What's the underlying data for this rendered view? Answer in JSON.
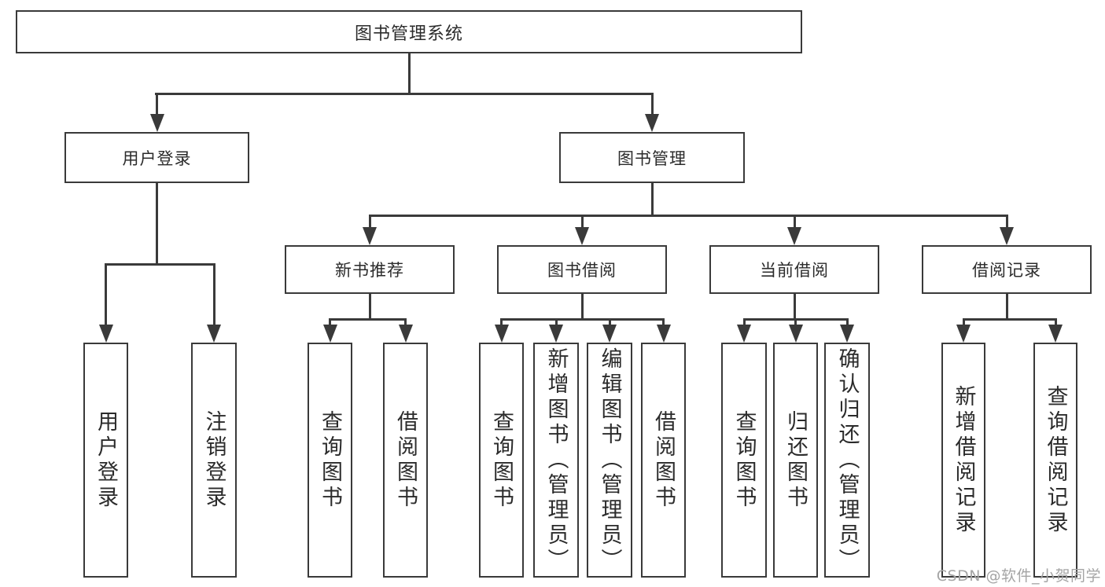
{
  "diagram_type": "hierarchy-tree",
  "colors": {
    "background": "#ffffff",
    "line": "#3a3a3a",
    "box_border": "#3a3a3a",
    "box_fill": "#ffffff",
    "text": "#2b2b2b",
    "watermark": "#a5a5a5"
  },
  "tree": {
    "root": {
      "label": "图书管理系统",
      "children": [
        {
          "label": "用户登录",
          "children": [
            {
              "label": "用户登录"
            },
            {
              "label": "注销登录"
            }
          ]
        },
        {
          "label": "图书管理",
          "children": [
            {
              "label": "新书推荐",
              "children": [
                {
                  "label": "查询图书"
                },
                {
                  "label": "借阅图书"
                }
              ]
            },
            {
              "label": "图书借阅",
              "children": [
                {
                  "label": "查询图书"
                },
                {
                  "label": "新增图书（管理员）"
                },
                {
                  "label": "编辑图书（管理员）"
                },
                {
                  "label": "借阅图书"
                }
              ]
            },
            {
              "label": "当前借阅",
              "children": [
                {
                  "label": "查询图书"
                },
                {
                  "label": "归还图书"
                },
                {
                  "label": "确认归还（管理员）"
                }
              ]
            },
            {
              "label": "借阅记录",
              "children": [
                {
                  "label": "新增借阅记录"
                },
                {
                  "label": "查询借阅记录"
                }
              ]
            }
          ]
        }
      ]
    }
  },
  "watermark": {
    "text": "CSDN @软件_小贺同学"
  }
}
